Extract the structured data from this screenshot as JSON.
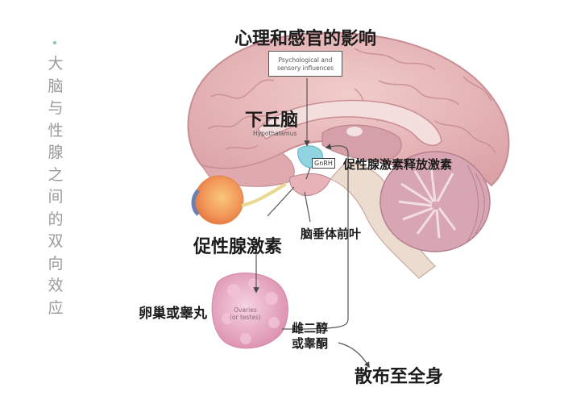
{
  "side_title": {
    "chars": [
      "大",
      "脑",
      "与",
      "性",
      "腺",
      "之",
      "间",
      "的",
      "双",
      "向",
      "效",
      "应"
    ],
    "color": "#9a9a9a",
    "dot_color": "#7fc9b0"
  },
  "labels": {
    "psych_cn": "心理和感官的影响",
    "psych_en_line1": "Psychological and",
    "psych_en_line2": "sensory influences",
    "hypothalamus_cn": "下丘脑",
    "hypothalamus_en": "Hypothalamus",
    "gnrh_box": "GnRH",
    "gnrh_cn": "促性腺激素释放激素",
    "anterior_pituitary_cn": "脑垂体前叶",
    "gonadotropins_cn": "促性腺激素",
    "gonads_cn": "卵巢或睾丸",
    "gonads_en_line1": "Ovaries",
    "gonads_en_line2": "(or testes)",
    "hormones_cn_line1": "雌二醇",
    "hormones_cn_line2": "或睾酮",
    "distribution_cn": "散布至全身"
  },
  "colors": {
    "brain_fill": "#e9b8b8",
    "brain_dark": "#c98d94",
    "cerebellum": "#d7a6b2",
    "brainstem": "#ecdcd0",
    "hypothalamus": "#8fd4e0",
    "eye": "#f39a5c",
    "gonad": "#e8a6c0",
    "arrow": "#555555"
  }
}
